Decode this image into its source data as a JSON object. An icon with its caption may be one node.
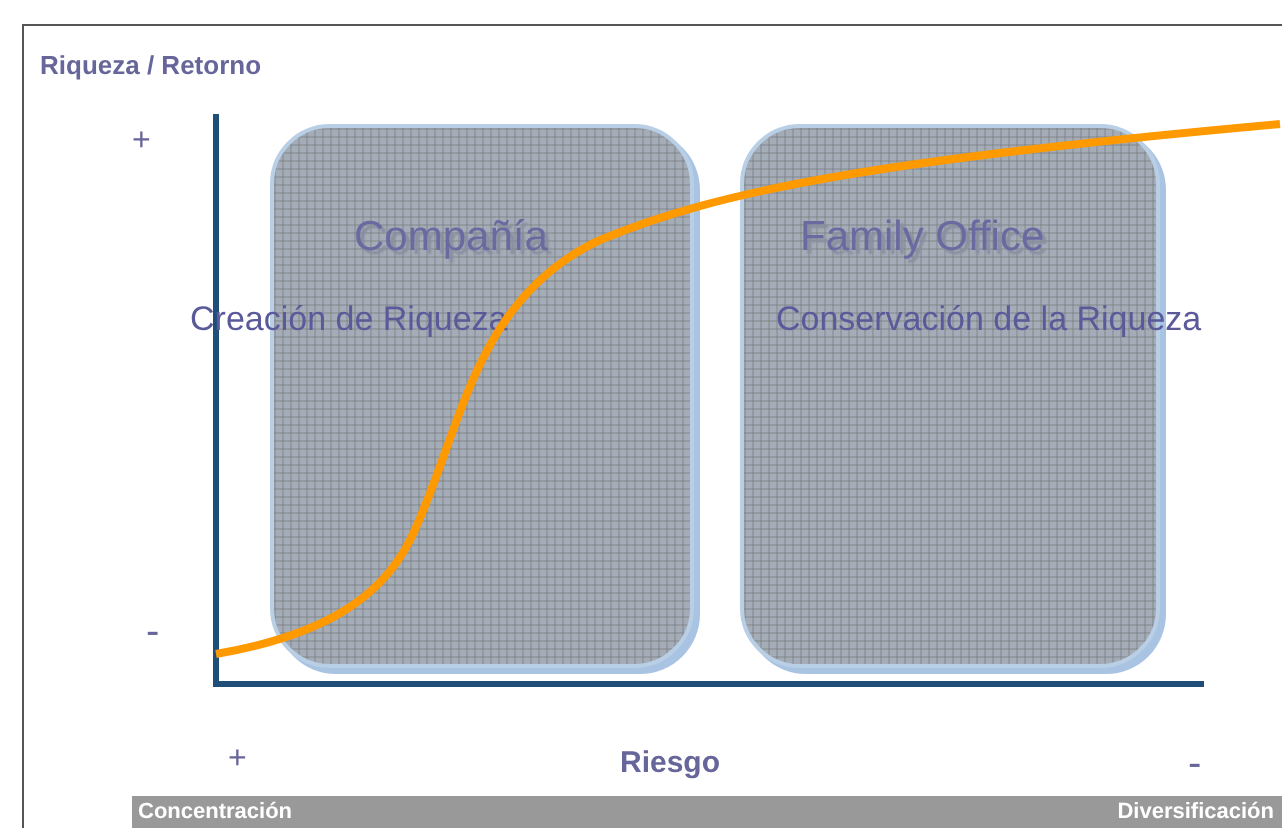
{
  "diagram": {
    "nodes": [
      {
        "text": [
          "Compañía",
          "Creación de Riqueza"
        ]
      },
      {
        "text": [
          "Family Office",
          "Conservación de la Riqueza"
        ]
      }
    ],
    "labels": [
      "Riqueza / Retorno",
      "+",
      "-",
      "+",
      "Riesgo",
      "-",
      "Concentración",
      "Diversificación"
    ]
  }
}
